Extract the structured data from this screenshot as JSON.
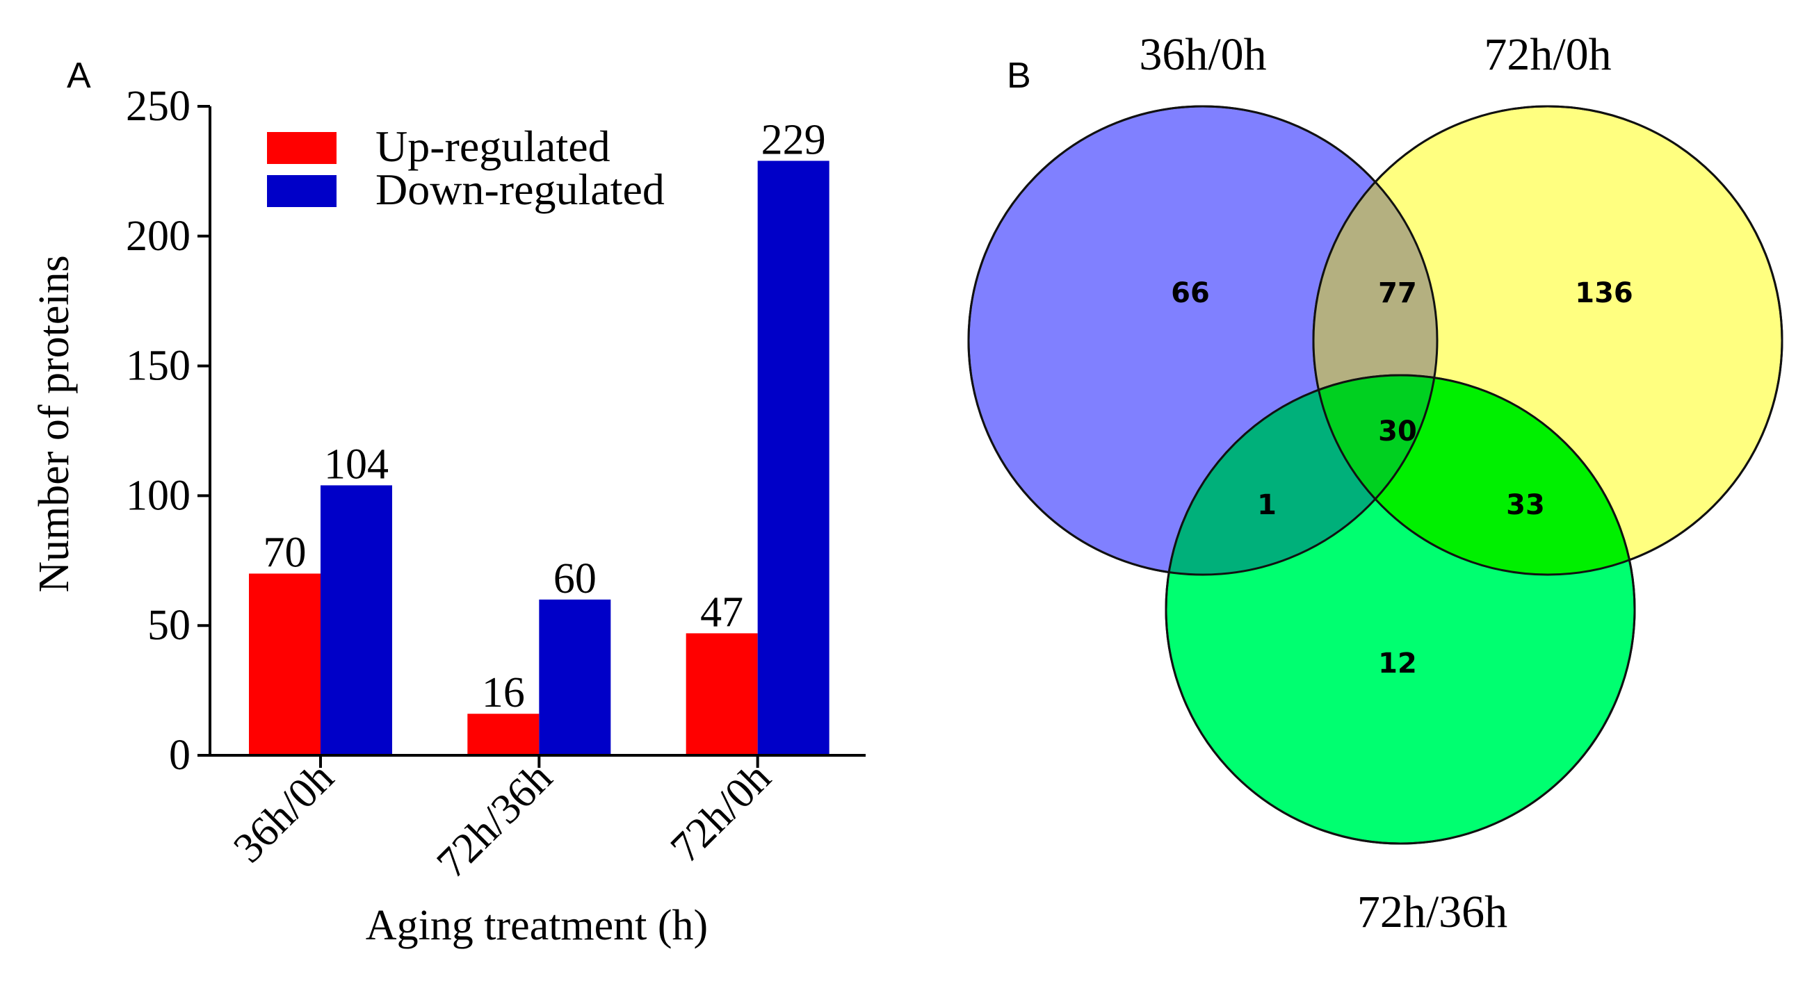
{
  "panel_a_letter": "A",
  "panel_b_letter": "B",
  "chart_data": [
    {
      "type": "bar",
      "categories": [
        "36h/0h",
        "72h/36h",
        "72h/0h"
      ],
      "series": [
        {
          "name": "Up-regulated",
          "values": [
            70,
            16,
            47
          ],
          "color": "#ff0000"
        },
        {
          "name": "Down-regulated",
          "values": [
            104,
            60,
            229
          ],
          "color": "#0000c8"
        }
      ],
      "xlabel": "Aging treatment (h)",
      "ylabel": "Number of proteins",
      "ylim": [
        0,
        250
      ],
      "yticks": [
        0,
        50,
        100,
        150,
        200,
        250
      ],
      "data_labels": true,
      "grid": false,
      "legend_position": "top-left"
    },
    {
      "type": "venn",
      "sets": [
        {
          "name": "36h/0h",
          "color": "#8080ff"
        },
        {
          "name": "72h/0h",
          "color": "#ffff80"
        },
        {
          "name": "72h/36h",
          "color": "#00ff80"
        }
      ],
      "regions": {
        "only_36h_0h": "66",
        "only_72h_0h": "136",
        "only_72h_36h": "12",
        "36h_0h_and_72h_0h": "77",
        "36h_0h_and_72h_36h": "1",
        "72h_0h_and_72h_36h": "33",
        "all_three": "30"
      }
    }
  ]
}
